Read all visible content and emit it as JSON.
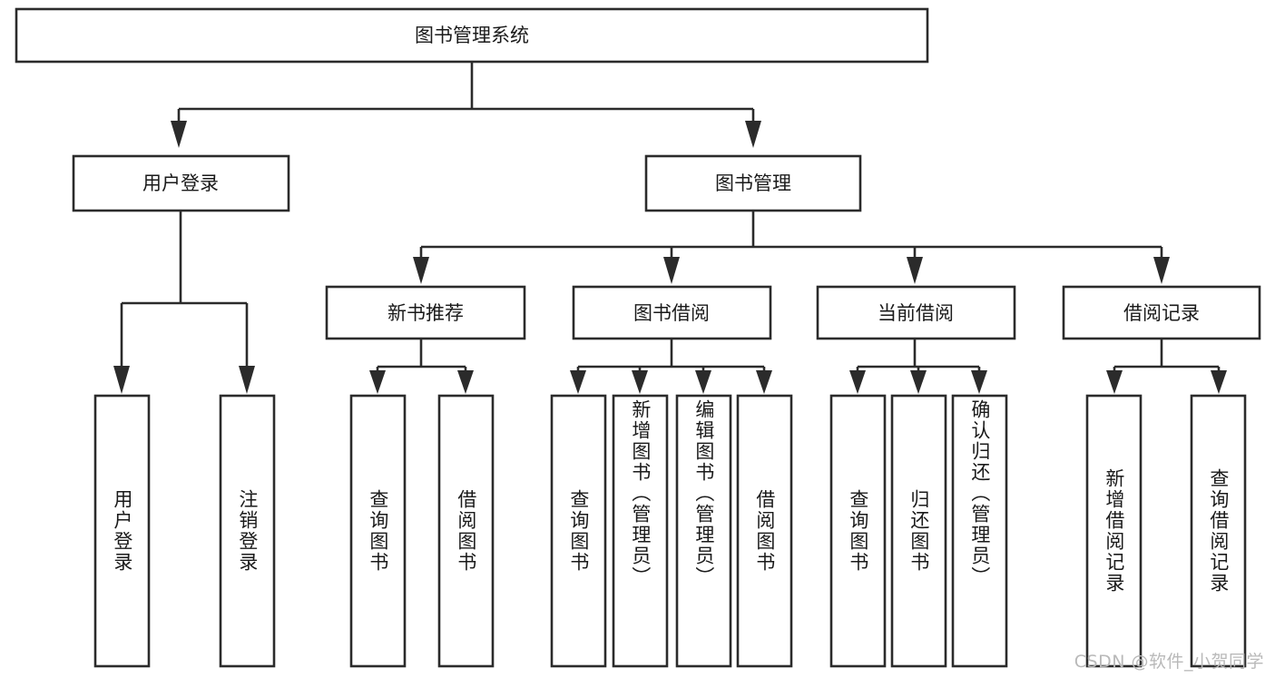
{
  "diagram": {
    "type": "hierarchy-tree",
    "title": "图书管理系统",
    "watermark": "CSDN @软件_小贺同学",
    "colors": {
      "stroke": "#2b2b2b",
      "fill": "#ffffff",
      "text": "#1a1a1a",
      "watermark": "#b9b9b9",
      "background": "#ffffff"
    },
    "levels": [
      {
        "level": 1,
        "nodes": [
          {
            "id": "root",
            "label": "图书管理系统",
            "orientation": "horizontal"
          }
        ]
      },
      {
        "level": 2,
        "nodes": [
          {
            "id": "user-login",
            "label": "用户登录",
            "orientation": "horizontal",
            "parent": "root"
          },
          {
            "id": "book-manage",
            "label": "图书管理",
            "orientation": "horizontal",
            "parent": "root"
          }
        ]
      },
      {
        "level": 3,
        "nodes": [
          {
            "id": "new-book-rec",
            "label": "新书推荐",
            "orientation": "horizontal",
            "parent": "book-manage"
          },
          {
            "id": "book-borrow",
            "label": "图书借阅",
            "orientation": "horizontal",
            "parent": "book-manage"
          },
          {
            "id": "current-borrow",
            "label": "当前借阅",
            "orientation": "horizontal",
            "parent": "book-manage"
          },
          {
            "id": "borrow-record",
            "label": "借阅记录",
            "orientation": "horizontal",
            "parent": "book-manage"
          }
        ]
      },
      {
        "level": 4,
        "nodes": [
          {
            "id": "leaf-user-login",
            "label": "用户登录",
            "orientation": "vertical",
            "parent": "user-login"
          },
          {
            "id": "leaf-user-logout",
            "label": "注销登录",
            "orientation": "vertical",
            "parent": "user-login"
          },
          {
            "id": "leaf-rec-query",
            "label": "查询图书",
            "orientation": "vertical",
            "parent": "new-book-rec"
          },
          {
            "id": "leaf-rec-borrow",
            "label": "借阅图书",
            "orientation": "vertical",
            "parent": "new-book-rec"
          },
          {
            "id": "leaf-borrow-query",
            "label": "查询图书",
            "orientation": "vertical",
            "parent": "book-borrow"
          },
          {
            "id": "leaf-borrow-add",
            "label": "新增图书（管理员）",
            "orientation": "vertical",
            "parent": "book-borrow"
          },
          {
            "id": "leaf-borrow-edit",
            "label": "编辑图书（管理员）",
            "orientation": "vertical",
            "parent": "book-borrow"
          },
          {
            "id": "leaf-borrow-lend",
            "label": "借阅图书",
            "orientation": "vertical",
            "parent": "book-borrow"
          },
          {
            "id": "leaf-cur-query",
            "label": "查询图书",
            "orientation": "vertical",
            "parent": "current-borrow"
          },
          {
            "id": "leaf-cur-return",
            "label": "归还图书",
            "orientation": "vertical",
            "parent": "current-borrow"
          },
          {
            "id": "leaf-cur-confirm",
            "label": "确认归还（管理员）",
            "orientation": "vertical",
            "parent": "current-borrow"
          },
          {
            "id": "leaf-rec-add",
            "label": "新增借阅记录",
            "orientation": "vertical",
            "parent": "borrow-record"
          },
          {
            "id": "leaf-rec-search",
            "label": "查询借阅记录",
            "orientation": "vertical",
            "parent": "borrow-record"
          }
        ]
      }
    ]
  }
}
